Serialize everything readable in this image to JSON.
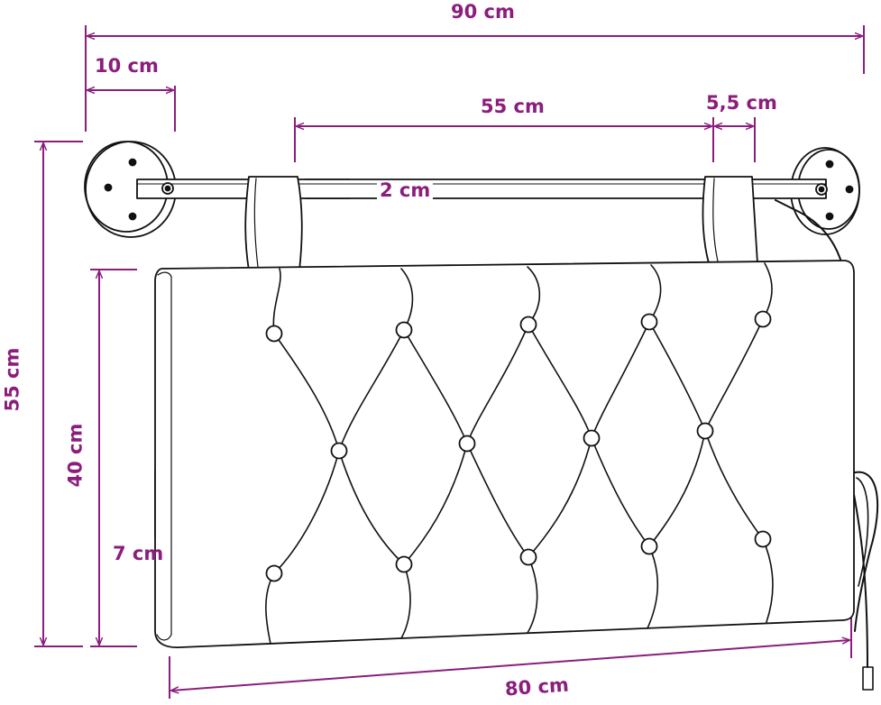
{
  "colors": {
    "dimension": "#8b1e7d",
    "outline": "#111111",
    "fill": "#ffffff"
  },
  "dimensions": {
    "overall_width": "90 cm",
    "mount_plate_width": "10 cm",
    "strap_spacing": "55 cm",
    "strap_width": "5,5 cm",
    "rod_diameter": "2 cm",
    "overall_height": "55 cm",
    "cushion_height": "40 cm",
    "cushion_thickness": "7 cm",
    "cushion_width": "80 cm"
  }
}
